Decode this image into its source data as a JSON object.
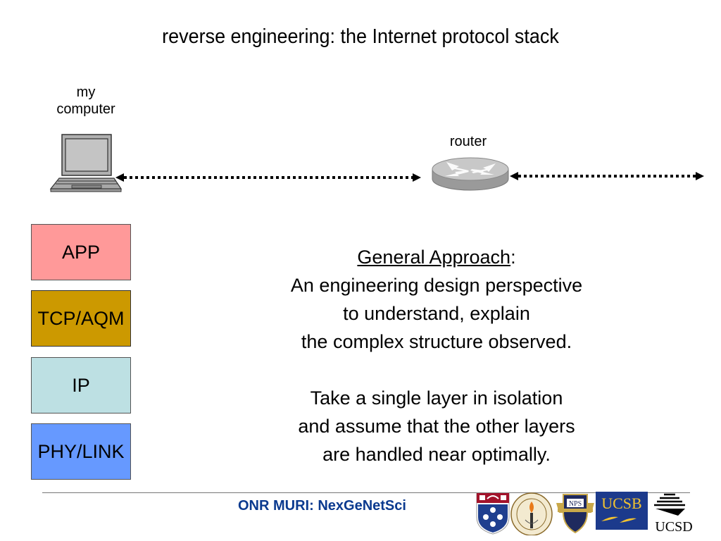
{
  "slide": {
    "title": "reverse engineering: the Internet protocol stack",
    "diagram": {
      "computer_label_line1": "my",
      "computer_label_line2": "computer",
      "router_label": "router",
      "links": [
        {
          "from": "my computer",
          "to": "router",
          "style": "dotted",
          "arrows": "both"
        },
        {
          "from": "router",
          "to": "network",
          "style": "dotted",
          "arrows": "both"
        }
      ]
    },
    "stack": {
      "layers": [
        {
          "label": "APP",
          "color": "#ff9999"
        },
        {
          "label": "TCP/AQM",
          "color": "#cc9900"
        },
        {
          "label": "IP",
          "color": "#bde0e3"
        },
        {
          "label": "PHY/LINK",
          "color": "#6699ff"
        }
      ]
    },
    "approach": {
      "heading": "General Approach",
      "heading_suffix": ":",
      "lines": [
        "An engineering design perspective",
        "to understand, explain",
        "the complex structure observed."
      ],
      "lines2": [
        "Take a single layer in isolation",
        "and assume that the other layers",
        "are handled near optimally."
      ]
    },
    "footer": {
      "text": "ONR MURI: NexGeNetSci",
      "text_color": "#0b3a8f",
      "logos": [
        "Penn",
        "Caltech",
        "NPS",
        "UCSB",
        "UCSD"
      ],
      "nps_text": "NPS",
      "ucsb_text": "UCSB",
      "ucsd_text": "UCSD"
    }
  }
}
